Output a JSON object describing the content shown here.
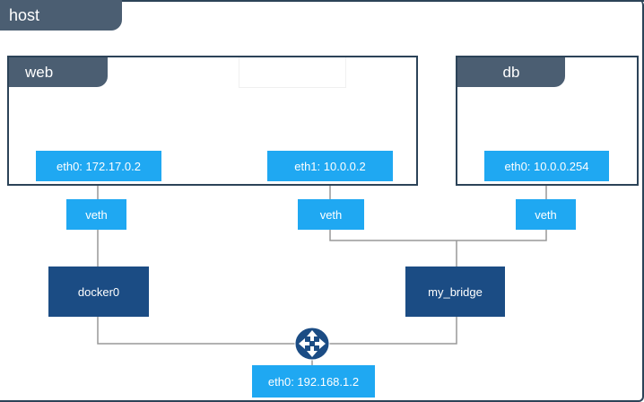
{
  "host": {
    "label": "host"
  },
  "containers": {
    "web": {
      "label": "web"
    },
    "db": {
      "label": "db"
    }
  },
  "interfaces": {
    "web_eth0": "eth0: 172.17.0.2",
    "web_eth1": "eth1: 10.0.0.2",
    "db_eth0": "eth0: 10.0.0.254",
    "host_eth0": "eth0: 192.168.1.2"
  },
  "veths": {
    "veth_web_eth0": "veth",
    "veth_web_eth1": "veth",
    "veth_db_eth0": "veth"
  },
  "bridges": {
    "docker0": "docker0",
    "my_bridge": "my_bridge"
  },
  "icons": {
    "router": "router-icon"
  },
  "colors": {
    "frame": "#2c4358",
    "tab": "#4b5e72",
    "interface": "#1fa8f2",
    "bridge": "#1b4c84",
    "wire": "#999999"
  }
}
